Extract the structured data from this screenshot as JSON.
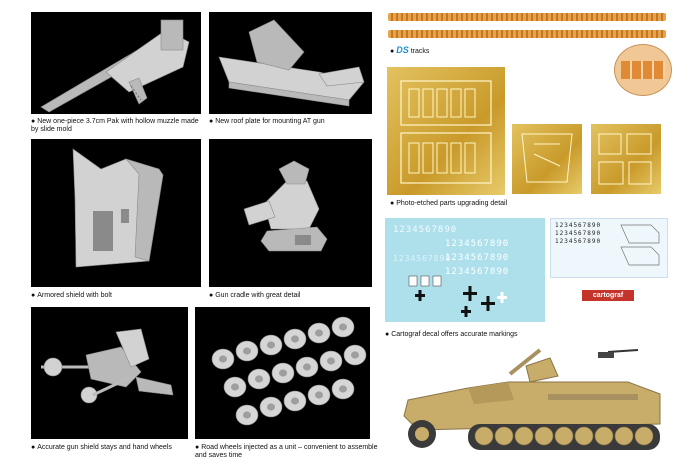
{
  "captions": {
    "pak": "New one-piece 3.7cm Pak with hollow muzzle made by slide mold",
    "roof": "New roof plate for mounting AT gun",
    "shield": "Armored shield with bolt",
    "cradle": "Gun cradle with great detail",
    "stays": "Accurate gun shield stays and hand wheels",
    "wheels": "Road wheels injected as a unit – convenient to assemble and saves time",
    "tracks": "tracks",
    "photoetch": "Photo-etched parts upgrading detail",
    "cartograf_caption": "Cartograf decal offers accurate markings"
  },
  "bullet": "●",
  "ds_logo": "DS",
  "decal": {
    "numbers_row": "1234567890",
    "cartograf_logo": "cartograf"
  },
  "colors": {
    "panel_bg": "#000000",
    "photoetch_gold": "#d4a73c",
    "track_orange": "#e8a24c",
    "decal_blue": "#aee0ec",
    "ds_blue": "#1d8fd6",
    "vehicle_sand": "#c8ac6a"
  }
}
